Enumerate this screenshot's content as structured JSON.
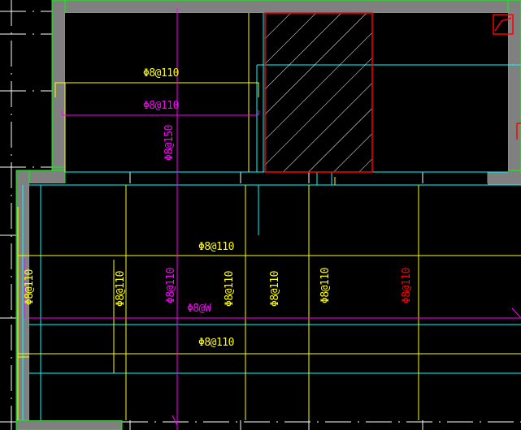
{
  "viewport": {
    "background": "#000000"
  },
  "colors": {
    "wall": "#808080",
    "wall_edge": "#00ff00",
    "axis": "#ffffff",
    "cyan": "#00ffff",
    "yellow": "#ffff00",
    "magenta": "#ff00ff",
    "red": "#ff0000"
  },
  "annotations": {
    "top_room_rebar_1": "Φ8@110",
    "top_room_rebar_2": "Φ8@110",
    "top_room_rebar_vertical": "Φ8@150",
    "bottom_room_rebar_top": "Φ8@110",
    "bottom_room_rebar_left": "Φ8@110",
    "bottom_room_rebar_a": "Φ8@110",
    "bottom_room_rebar_b": "Φ8@110",
    "bottom_room_rebar_c": "Φ8@110",
    "bottom_room_rebar_d": "Φ8@110",
    "bottom_room_rebar_e": "Φ8@110",
    "bottom_room_rebar_red": "Φ8@110",
    "bottom_room_rebar_mid": "Φ8@W",
    "bottom_room_rebar_bottom": "Φ8@110"
  }
}
